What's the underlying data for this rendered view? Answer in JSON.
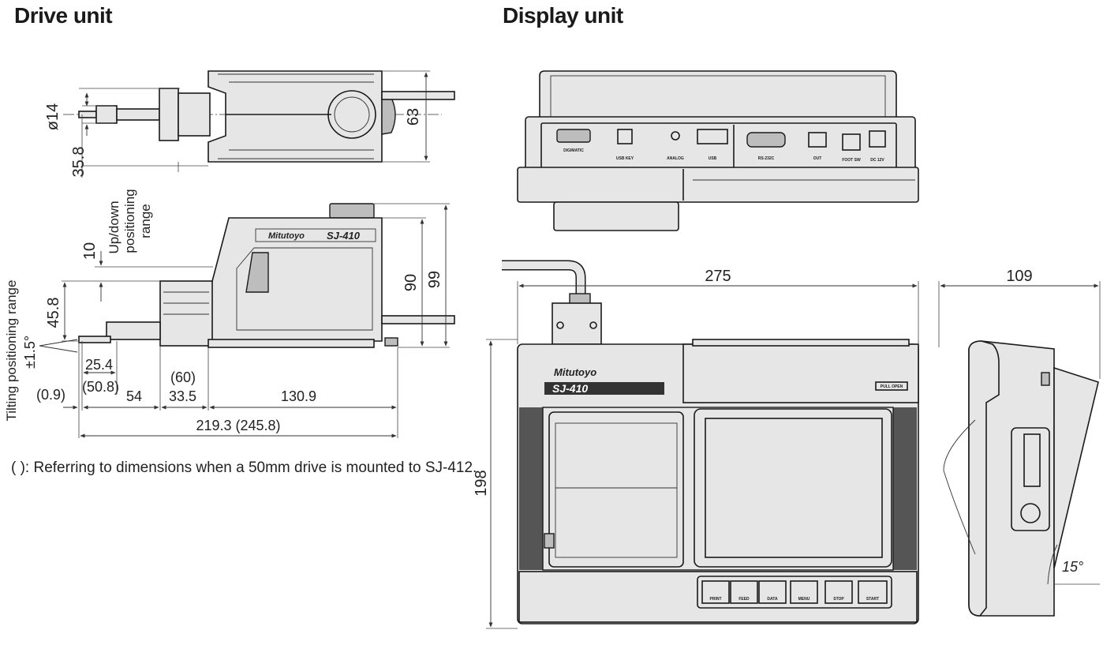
{
  "headings": {
    "drive_unit": "Drive unit",
    "display_unit": "Display unit"
  },
  "drive_unit": {
    "top_view": {
      "dia": "ø14",
      "width": "63",
      "offset": "35.8"
    },
    "side_view": {
      "updown_label_1": "Up/down",
      "updown_label_2": "positioning",
      "updown_label_3": "range",
      "updown_value": "10",
      "tilting_label": "Tilting positioning range",
      "tilting_value": "±1.5°",
      "height_1": "45.8",
      "height_2": "90",
      "height_3": "99",
      "brand": "Mitutoyo",
      "model": "SJ-410",
      "dim_25_4": "25.4",
      "dim_50_8": "(50.8)",
      "dim_0_9": "(0.9)",
      "dim_54": "54",
      "dim_60": "(60)",
      "dim_33_5": "33.5",
      "dim_130_9": "130.9",
      "dim_total": "219.3 (245.8)"
    }
  },
  "footnote": "(   ): Referring to dimensions when a 50mm drive is mounted to SJ-412.",
  "display_unit": {
    "brand": "Mitutoyo",
    "model": "SJ-410",
    "paper_open": "PULL OPEN",
    "width": "275",
    "depth": "109",
    "height": "198",
    "angle": "15°",
    "buttons": [
      "PRINT",
      "FEED",
      "DATA",
      "MENU",
      "STOP",
      "START"
    ],
    "ports": [
      "DIGIMATIC",
      "USB KEY",
      "ANALOG",
      "USB",
      "RS-232C",
      "OUT",
      "FOOT SW",
      "DC 12V"
    ]
  }
}
